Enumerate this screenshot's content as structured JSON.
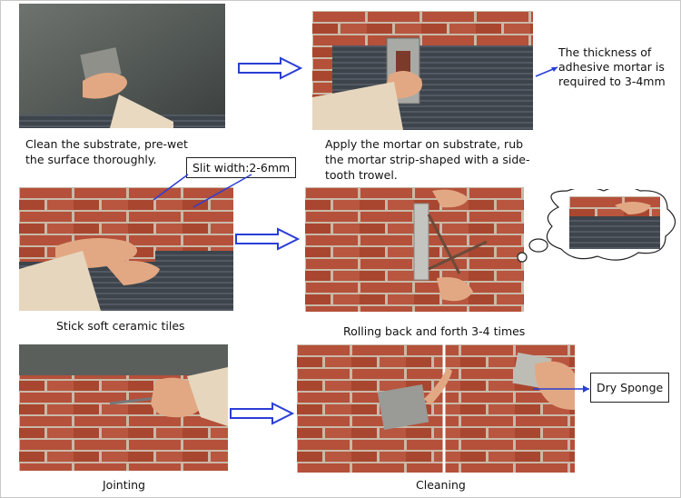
{
  "steps": [
    {
      "caption": "Clean the substrate, pre-wet the surface thoroughly."
    },
    {
      "caption": "Apply the mortar on substrate, rub the mortar strip-shaped with a side-tooth trowel."
    },
    {
      "caption": "Stick soft ceramic tiles"
    },
    {
      "caption": "Rolling back and forth 3-4 times"
    },
    {
      "caption": "Jointing"
    },
    {
      "caption": "Cleaning"
    }
  ],
  "annotations": {
    "thickness": "The thickness of adhesive mortar is required to 3-4mm",
    "slit_width": "Slit width:2-6mm",
    "dry_sponge": "Dry Sponge"
  },
  "colors": {
    "arrow": "#2a3ed6",
    "brick": "#b5503a",
    "mortar_joint": "#c9b9a8",
    "substrate": "#4a5058",
    "skin": "#e8b48f"
  },
  "icons": [
    "right-arrow-icon",
    "thought-bubble-icon",
    "pointer-line-icon"
  ]
}
